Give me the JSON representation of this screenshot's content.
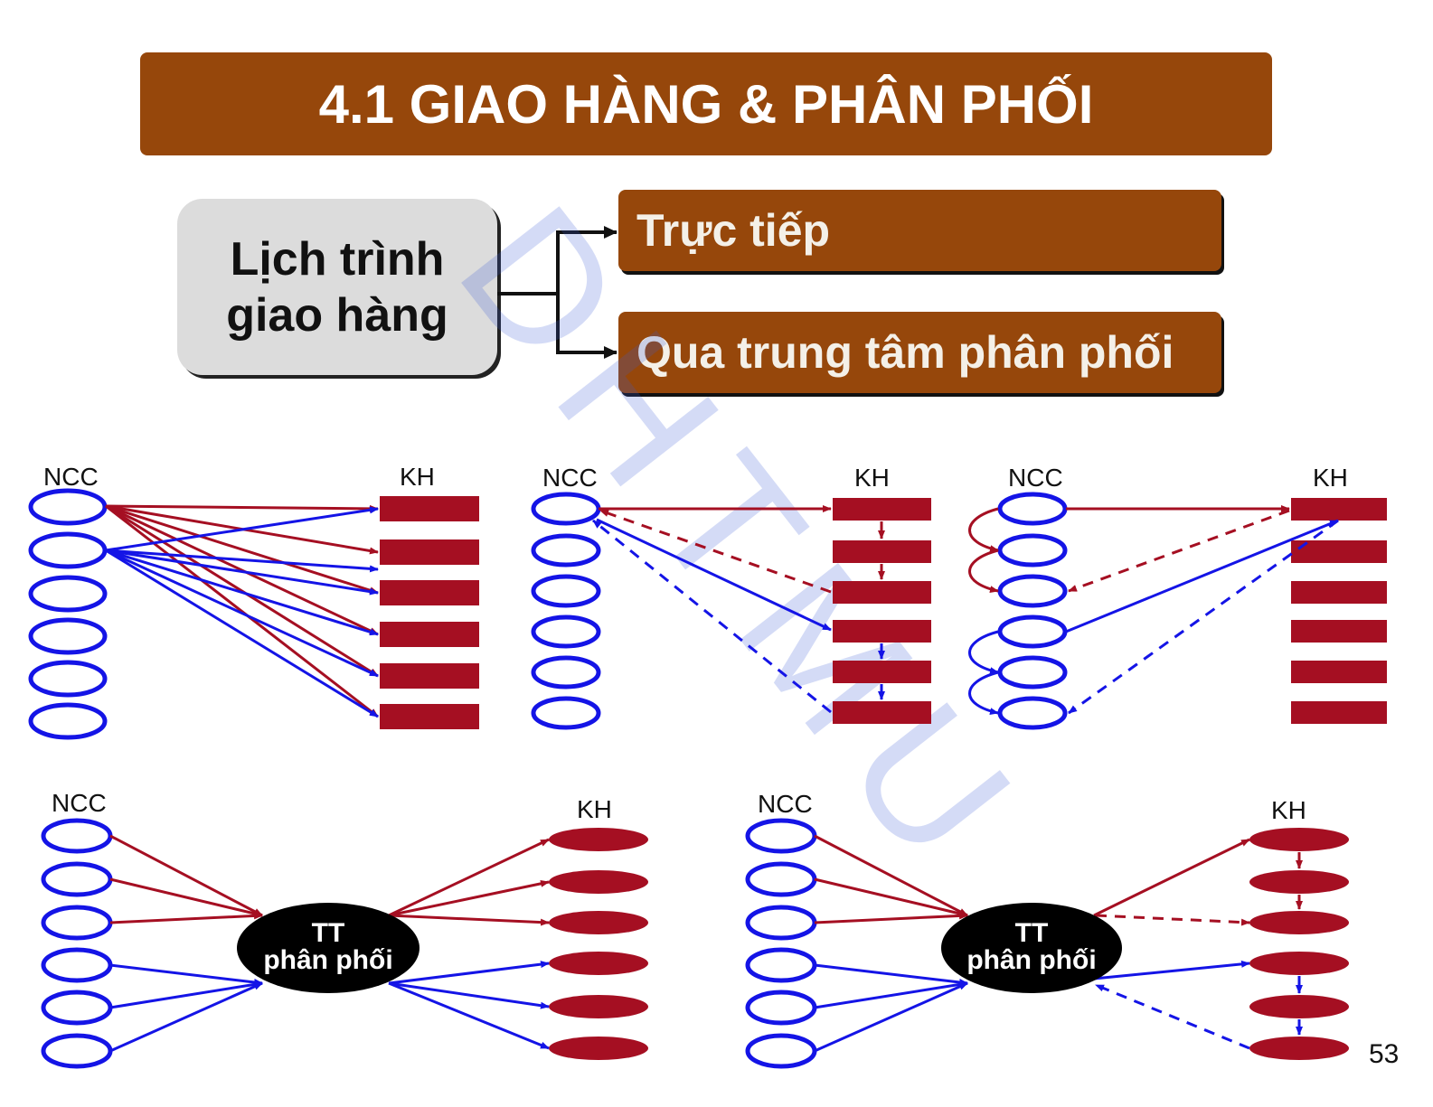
{
  "title": "4.1  GIAO HÀNG & PHÂN PHỐI",
  "schedule": {
    "line1": "Lịch trình",
    "line2": "giao hàng"
  },
  "options": [
    {
      "label": "Trực tiếp"
    },
    {
      "label": "Qua trung tâm phân phối"
    }
  ],
  "diagram_labels": {
    "supplier": "NCC",
    "customer": "KH",
    "center_line1": "TT",
    "center_line2": "phân phối"
  },
  "watermark": "DHTMU",
  "page_number": "53",
  "colors": {
    "accent": "#96470b",
    "red": "#a50f22",
    "blue": "#1414e6"
  }
}
